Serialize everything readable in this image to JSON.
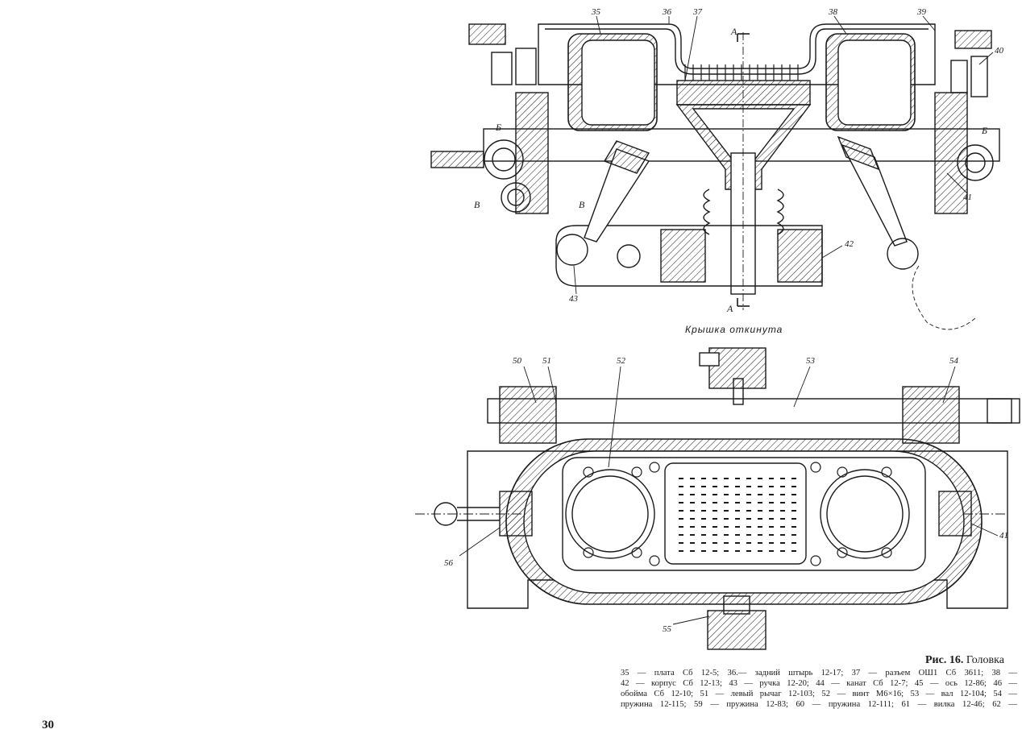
{
  "top_drawing": {
    "callouts": [
      "35",
      "36",
      "37",
      "38",
      "39",
      "40",
      "41",
      "42",
      "43"
    ],
    "section_marks": [
      "А",
      "А",
      "Б",
      "Б",
      "В",
      "В"
    ]
  },
  "subcaption": "Крышка откинута",
  "bottom_drawing": {
    "callouts": [
      "50",
      "51",
      "52",
      "53",
      "54",
      "55",
      "56",
      "41"
    ]
  },
  "caption": {
    "figure_number": "Рис. 16.",
    "figure_title": "Головка"
  },
  "legend_lines": [
    "35 — плата Сб 12-5; 36.— задний штырь 12-17; 37 — разъем ОШ1 Сб 3611; 38 —",
    "42 — корпус Сб 12-13; 43 — ручка 12-20; 44 — канат Сб 12-7; 45 — ось 12-86; 46 —",
    "обойма Сб 12-10; 51 — левый рычаг 12-103; 52 — винт М6×16; 53 — вал 12-104; 54 —",
    "пружина 12-115; 59 — пружина 12-83; 60 — пружина 12-111; 61 — вилка 12-46; 62 —"
  ],
  "page_number": "30",
  "colors": {
    "ink": "#1a1a1a",
    "paper": "#ffffff"
  }
}
